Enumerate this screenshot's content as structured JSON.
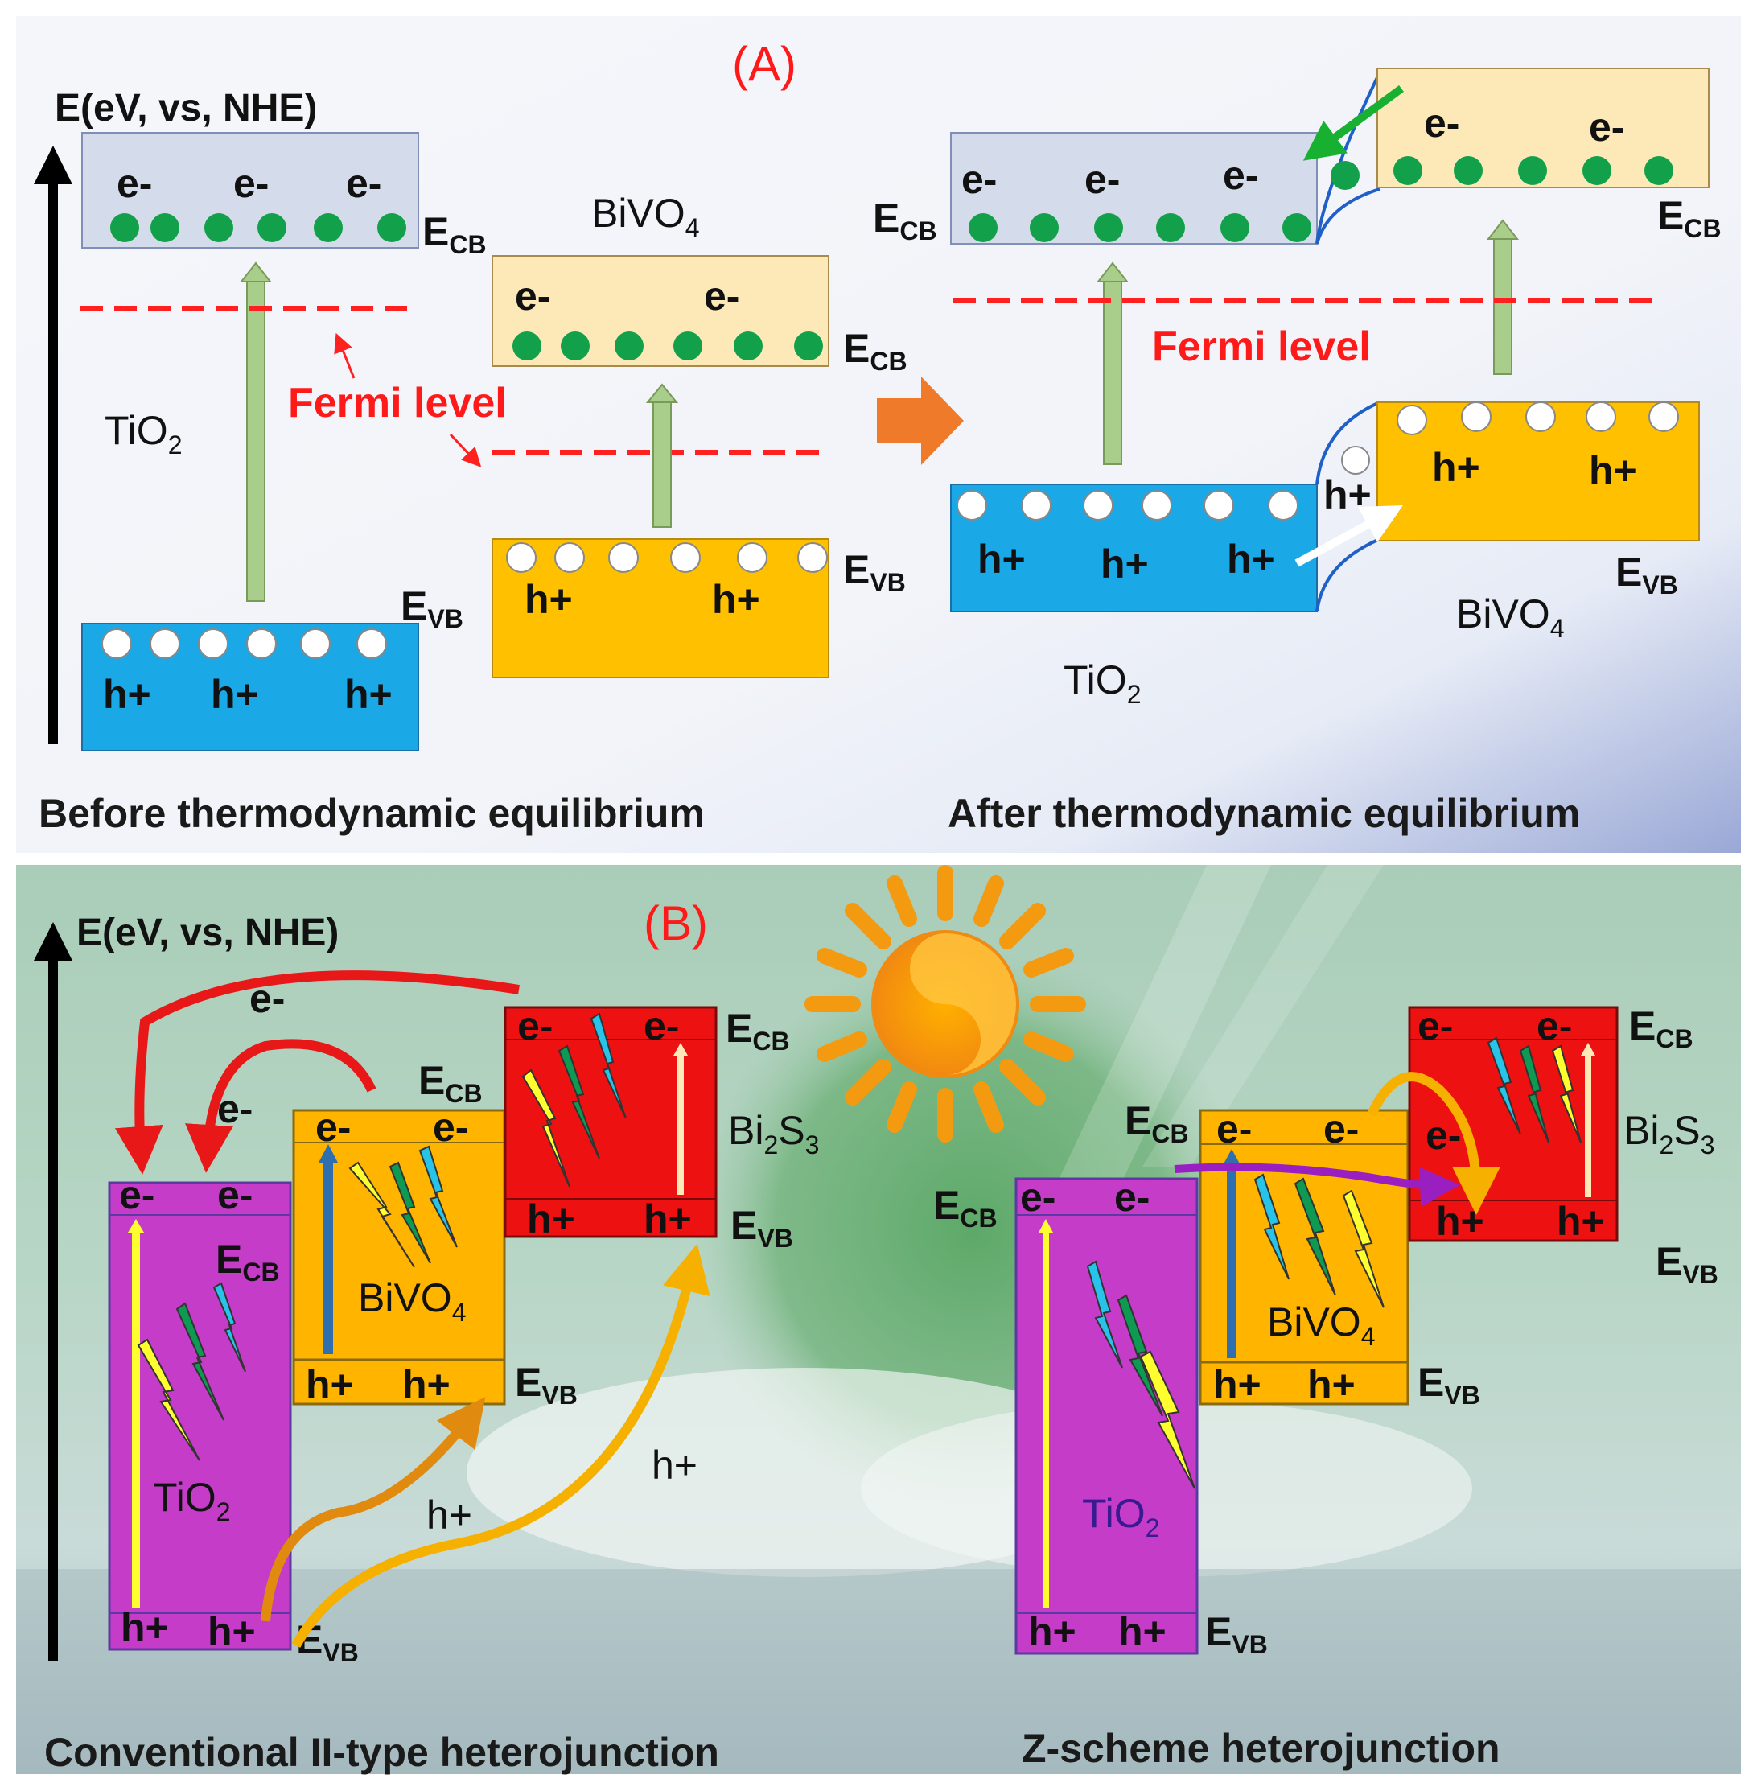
{
  "panelA": {
    "label": "(A)",
    "axis": "E(eV, vs, NHE)",
    "left": {
      "caption": "Before thermodynamic equilibrium",
      "tio2": {
        "name": "TiO",
        "sub": "2"
      },
      "bivo4": {
        "name": "BiVO",
        "sub": "4"
      },
      "fermi": "Fermi level"
    },
    "right": {
      "caption": "After thermodynamic equilibrium",
      "tio2": {
        "name": "TiO",
        "sub": "2"
      },
      "bivo4": {
        "name": "BiVO",
        "sub": "4"
      },
      "fermi": "Fermi level"
    },
    "electron": "e-",
    "hole": "h+",
    "ecb": {
      "main": "E",
      "sub": "CB"
    },
    "evb": {
      "main": "E",
      "sub": "VB"
    }
  },
  "panelB": {
    "label": "(B)",
    "axis": "E(eV, vs, NHE)",
    "left": {
      "caption": "Conventional II-type heterojunction",
      "tio2": {
        "name": "TiO",
        "sub": "2"
      },
      "bivo4": {
        "name": "BiVO",
        "sub": "4"
      },
      "bi2s3": {
        "a": "Bi",
        "s1": "2",
        "b": "S",
        "s2": "3"
      }
    },
    "right": {
      "caption": "Z-scheme heterojunction",
      "tio2": {
        "name": "TiO",
        "sub": "2"
      },
      "bivo4": {
        "name": "BiVO",
        "sub": "4"
      },
      "bi2s3": {
        "a": "Bi",
        "s1": "2",
        "b": "S",
        "s2": "3"
      }
    },
    "electron": "e-",
    "hole": "h+",
    "ecb": {
      "main": "E",
      "sub": "CB"
    },
    "evb": {
      "main": "E",
      "sub": "VB"
    }
  },
  "colors": {
    "tio2_band_A": "#1aa8e6",
    "bivo4_band_A": "#ffc000",
    "cb_light": "#fde9b8",
    "cb_gray": "#d4dbea",
    "fermi": "#ff2020",
    "tio2_B": "#c43cc7",
    "bivo4_B": "#ffb400",
    "bi2s3_B": "#ee1111",
    "electron_dot": "#12a04a"
  }
}
